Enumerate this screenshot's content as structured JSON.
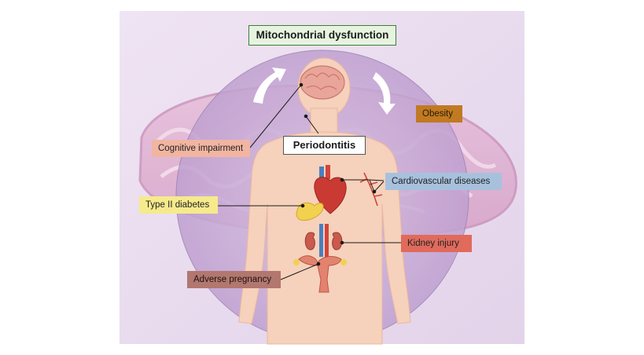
{
  "diagram": {
    "central_label": "Mitochondrial dysfunction",
    "focus_label": "Periodontitis",
    "conditions": {
      "cognitive": "Cognitive impairment",
      "obesity": "Obesity",
      "cardiovascular": "Cardiovascular diseases",
      "diabetes": "Type II diabetes",
      "kidney": "Kidney injury",
      "pregnancy": "Adverse pregnancy"
    },
    "colors": {
      "panel_bg": "#e9dcef",
      "circle": "#c6abd6",
      "body": "#f6d1bc",
      "cognitive": "#f1b5a1",
      "obesity": "#c17a21",
      "cardiovascular": "#a7c1dd",
      "diabetes": "#f6ea8c",
      "kidney": "#e06a5c",
      "pregnancy": "#b2776f"
    },
    "icons": [
      "brain-icon",
      "heart-icon",
      "pancreas-icon",
      "kidneys-icon",
      "uterus-icon",
      "blood-vessel-icon",
      "cycle-arrow-icon"
    ]
  }
}
